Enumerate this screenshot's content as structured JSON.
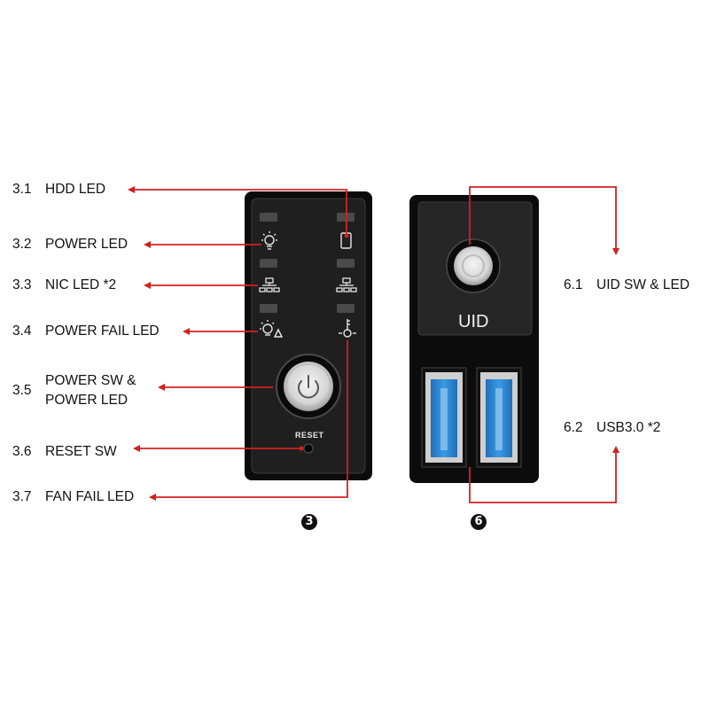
{
  "left_panel": {
    "badge": "3",
    "reset_label": "RESET",
    "items": [
      {
        "num": "3.1",
        "label": "HDD LED"
      },
      {
        "num": "3.2",
        "label": "POWER LED"
      },
      {
        "num": "3.3",
        "label": "NIC LED *2"
      },
      {
        "num": "3.4",
        "label": "POWER FAIL LED"
      },
      {
        "num": "3.5",
        "label": "POWER SW &",
        "label2": "POWER LED"
      },
      {
        "num": "3.6",
        "label": "RESET SW"
      },
      {
        "num": "3.7",
        "label": "FAN FAIL LED"
      }
    ]
  },
  "right_panel": {
    "badge": "6",
    "uid_label": "UID",
    "items": [
      {
        "num": "6.1",
        "label": "UID SW & LED"
      },
      {
        "num": "6.2",
        "label": "USB3.0 *2"
      }
    ]
  },
  "colors": {
    "arrow": "#d42020",
    "panel": "#1a1a1a",
    "usb_blue": "#2f8fd8"
  },
  "icons": [
    "bulb-icon",
    "hdd-icon",
    "network-icon",
    "bulb-warning-icon",
    "thermometer-icon",
    "power-icon"
  ]
}
